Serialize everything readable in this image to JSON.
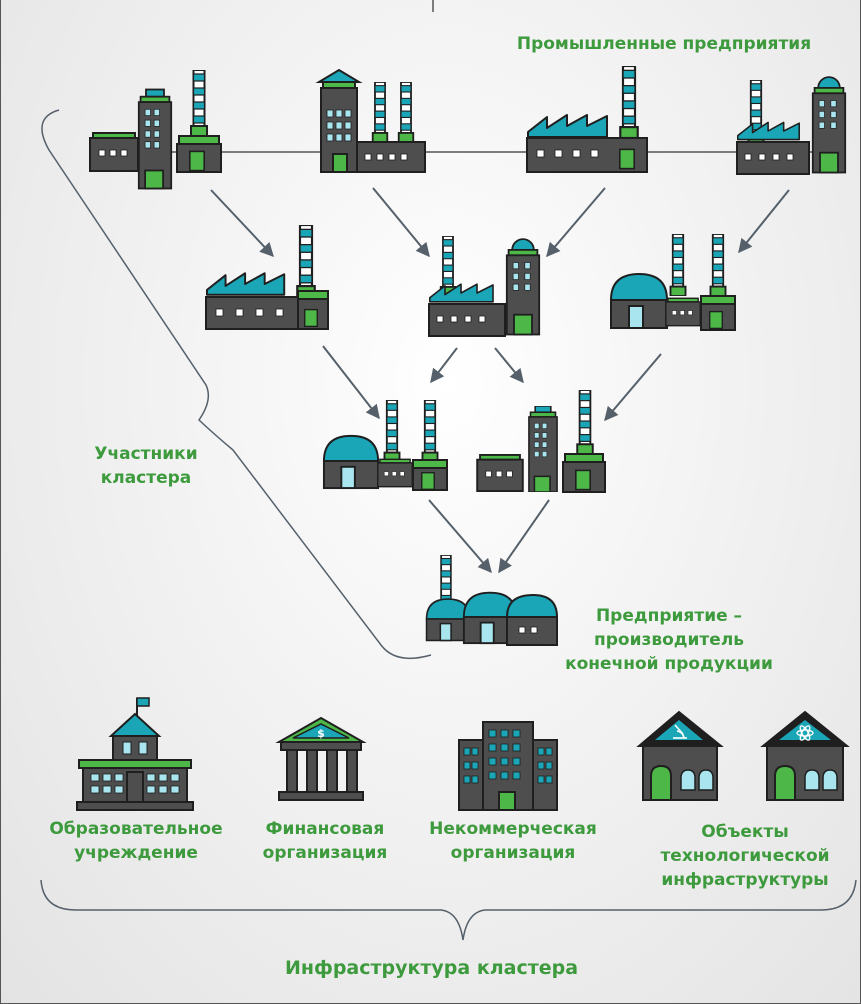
{
  "labels": {
    "industrial": "Промышленные предприятия",
    "participants": "Участники\nкластера",
    "final_producer": "Предприятие –\nпроизводитель\nконечной продукции",
    "education": "Образовательное\nучреждение",
    "finance": "Финансовая\nорганизация",
    "noncommercial": "Некоммерческая\nорганизация",
    "tech_infra": "Объекты\nтехнологической\nинфраструктуры",
    "infrastructure": "Инфраструктура кластера"
  },
  "icons": {
    "finance_symbol": "$",
    "lab_symbol": "microscope-icon",
    "atom_symbol": "atom-icon"
  },
  "colors": {
    "label": "#3d9a3d",
    "building_dark": "#4e4e4e",
    "accent_teal": "#1aa6b7",
    "accent_green": "#4db848",
    "outline": "#1f1f1f"
  }
}
